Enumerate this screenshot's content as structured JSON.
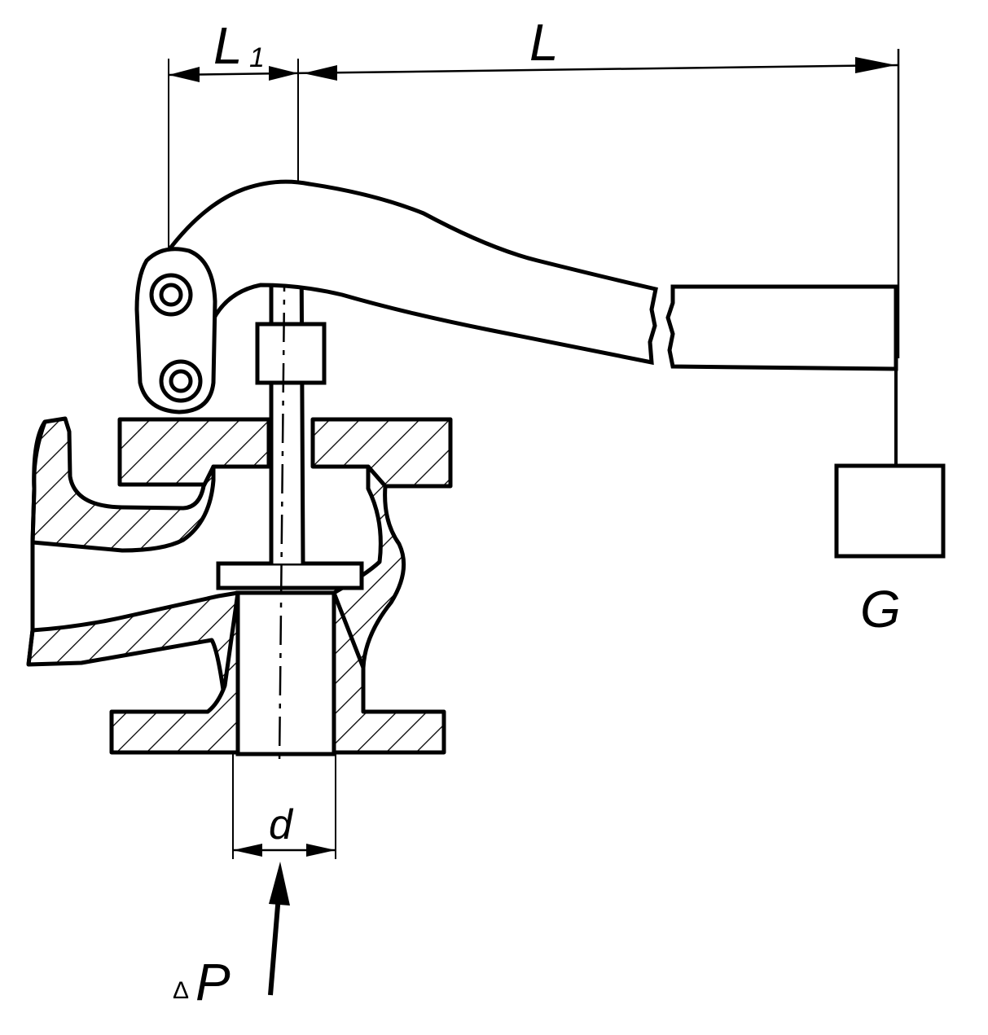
{
  "labels": {
    "L1_main": "L",
    "L1_sub": "1",
    "L": "L",
    "G": "G",
    "d": "d",
    "deltaP_delta": "Δ",
    "deltaP_P": "P"
  },
  "colors": {
    "ink": "#000000",
    "paper": "#ffffff"
  }
}
